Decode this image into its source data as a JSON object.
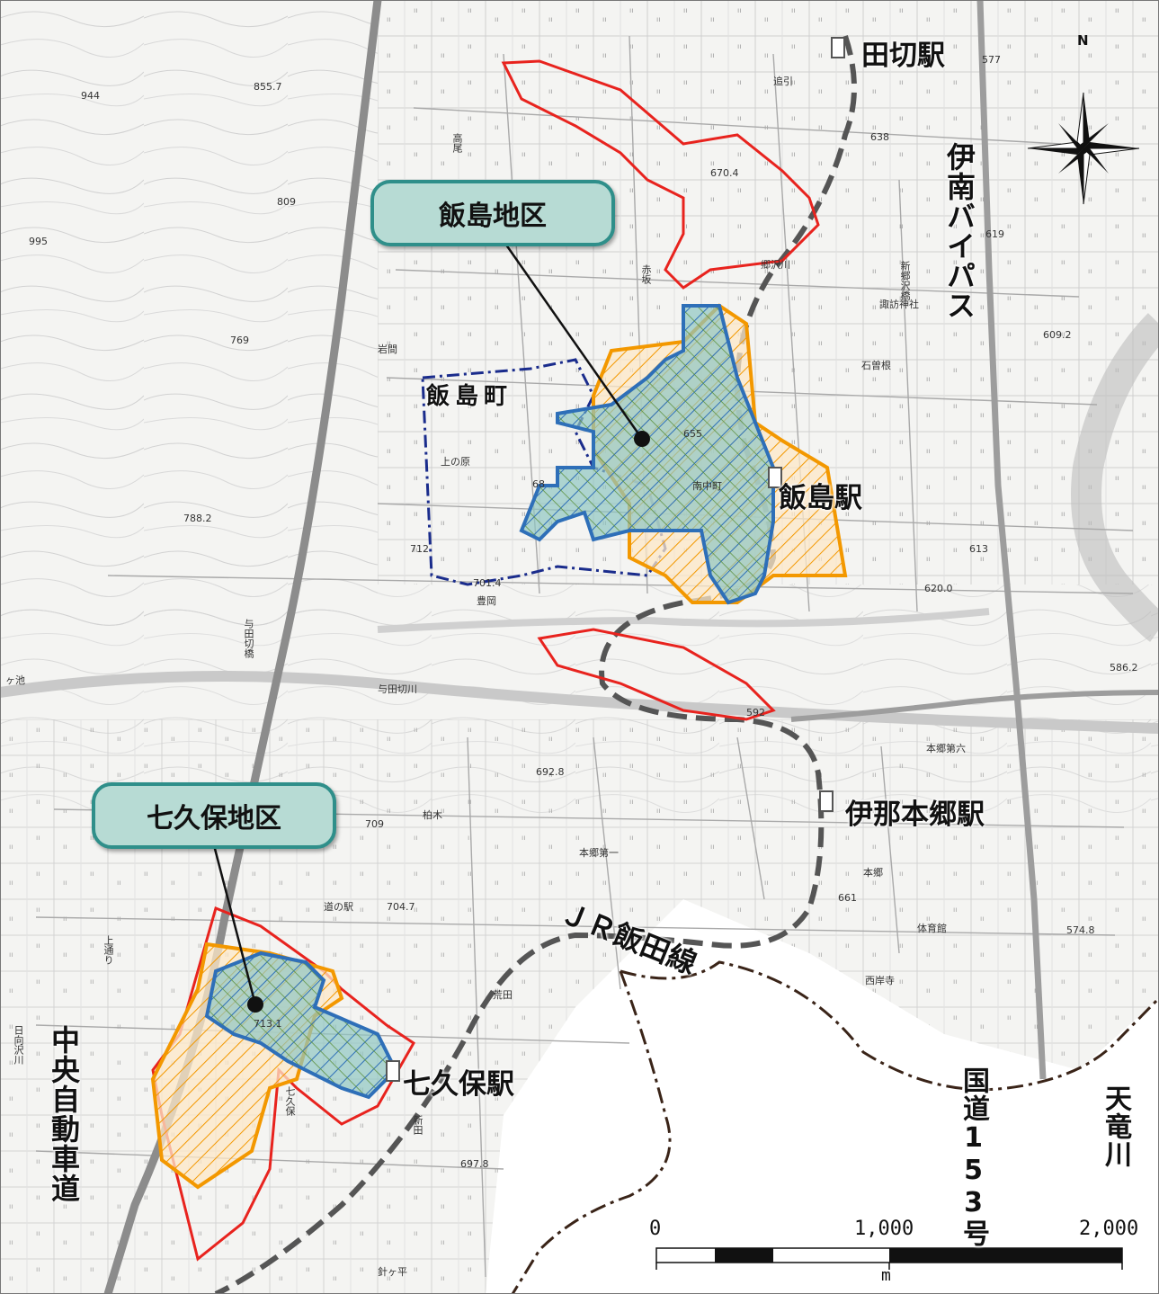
{
  "badges": {
    "iijima": "飯島地区",
    "nanakubo": "七久保地区"
  },
  "stations": {
    "tagiri": "田切駅",
    "iijima": "飯島駅",
    "inahongo": "伊那本郷駅",
    "nanakubo": "七久保駅"
  },
  "routes": {
    "inan_bypass": "伊南バイパス",
    "jr_iida_line": "ＪＲ飯田線",
    "chuo_expressway": "中央自動車道",
    "national_route_153": "国道153号",
    "tenryu_river": "天竜川"
  },
  "town": "飯島町",
  "compass": {
    "north": "N"
  },
  "scale": {
    "ticks": [
      "0",
      "1,000",
      "2,000"
    ],
    "unit": "m"
  },
  "small_labels": {
    "tagiri_hamlet": "追引",
    "takao": "高尾",
    "akasaka": "赤坂",
    "iwama": "岩間",
    "uenohara": "上の原",
    "suwa_jinja": "諏訪神社",
    "ishikanne": "石曽根",
    "minaminakamachi": "南中町",
    "toyooka": "豊岡",
    "yotagiri_bridge": "与田切橋",
    "yotagiri_river": "与田切川",
    "kashiwagi": "柏木",
    "hongo_1": "本郷第一",
    "hongo": "本郷",
    "michinoeki": "道の駅",
    "taiikukan": "体育館",
    "saiganji": "西岸寺",
    "arata": "荒田",
    "kamidori": "上通り",
    "niita": "新田",
    "harigahira": "針ヶ平",
    "hinatasawa_river": "日向沢川",
    "ikenoike": "ヶ池",
    "hongo_6": "本郷第六",
    "nanakubo_small": "七久保",
    "shinsawa_bridge": "新郷沢橋",
    "gosawa_river": "郷沢川"
  },
  "elevations": [
    "944",
    "855.7",
    "809",
    "995",
    "769",
    "788.2",
    "712",
    "701.4",
    "692.8",
    "709",
    "704.7",
    "713.1",
    "697.8",
    "670.4",
    "655",
    "638",
    "577",
    "619",
    "609.2",
    "613",
    "620.0",
    "586.2",
    "592",
    "661",
    "574.8",
    "68"
  ],
  "colors": {
    "district_fill": "#b7dbd4",
    "district_border": "#2f8f8a",
    "planning_boundary": "#e8231e",
    "use_district": "#f39800",
    "central_area": "#2e6fb8",
    "town_boundary": "#1a2c8c",
    "railway": "#555555",
    "admin_boundary": "#3a2418"
  }
}
